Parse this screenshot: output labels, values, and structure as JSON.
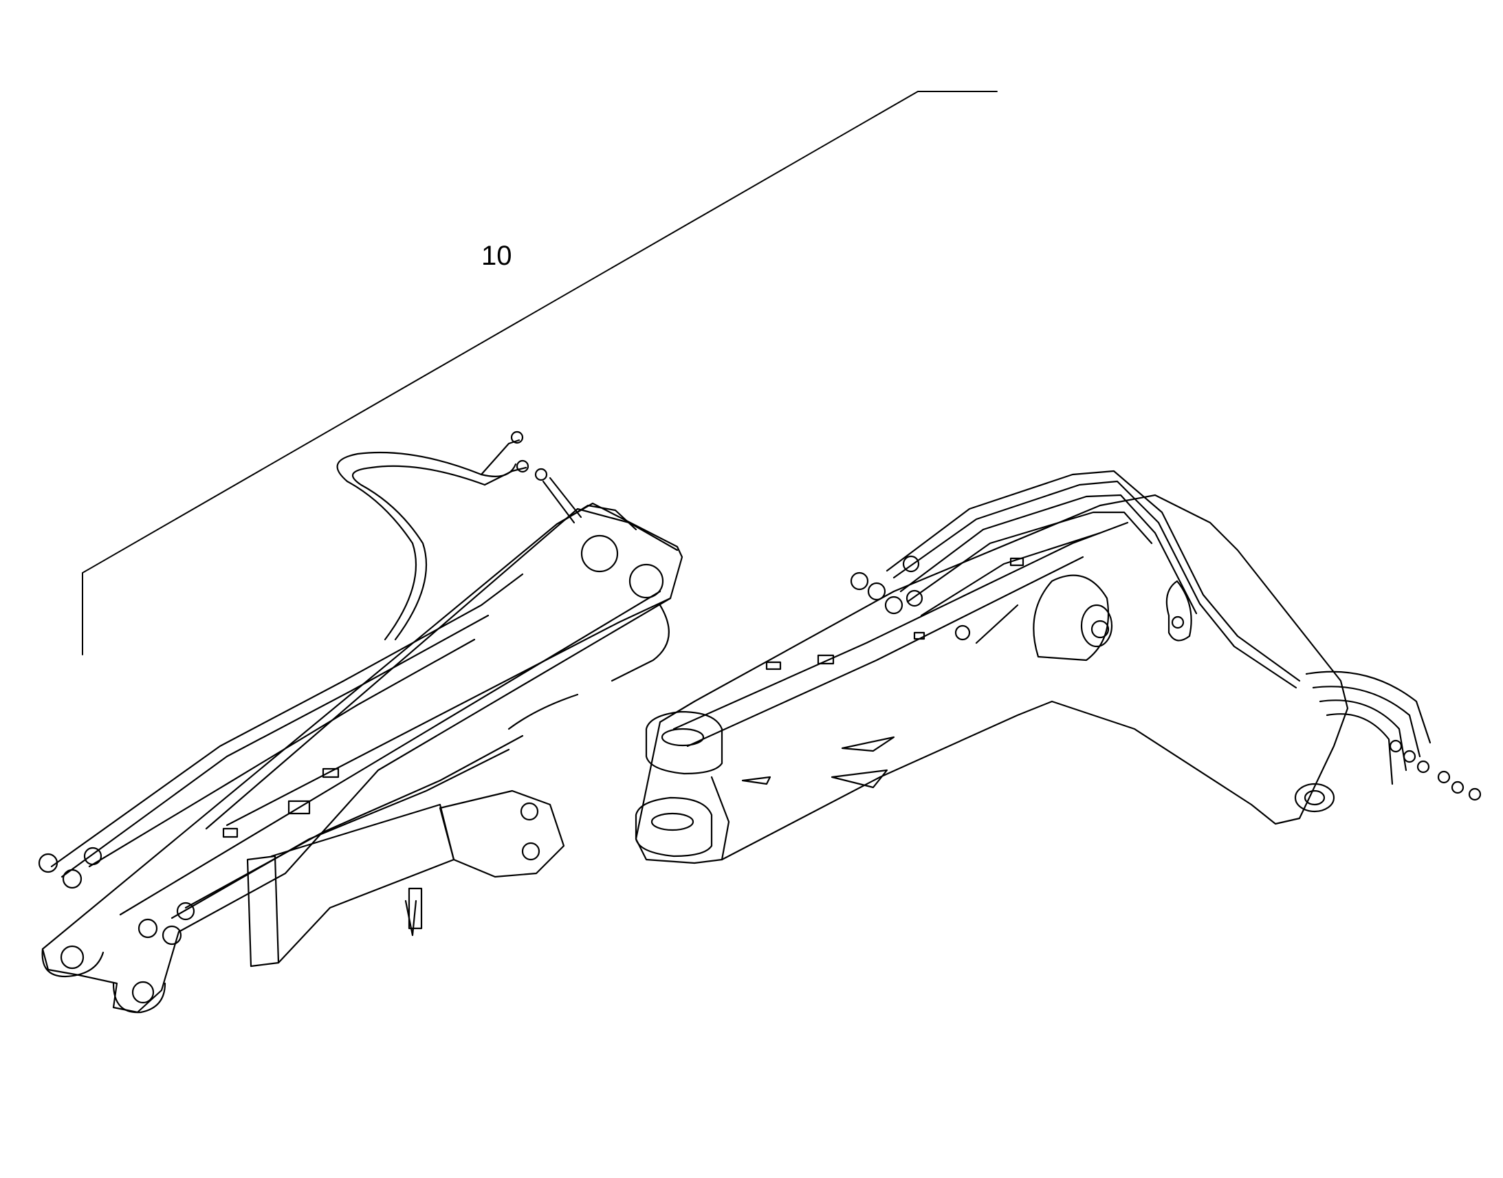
{
  "diagram": {
    "callouts": [
      {
        "id": "callout-10",
        "label": "10"
      }
    ],
    "parts": [
      {
        "id": "arm-assembly",
        "icon": "excavator-arm-illustration"
      },
      {
        "id": "boom-assembly",
        "icon": "excavator-boom-illustration"
      }
    ],
    "colors": {
      "line": "#000000",
      "background": "#ffffff"
    }
  }
}
